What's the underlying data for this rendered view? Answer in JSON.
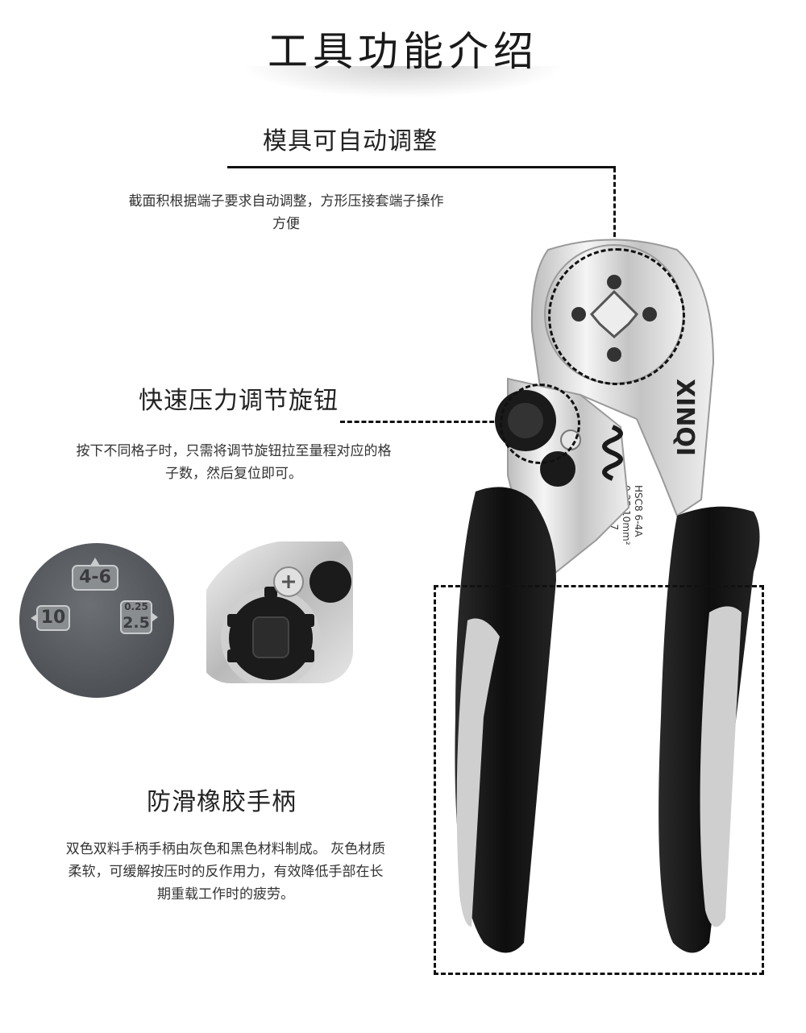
{
  "page": {
    "title": "工具功能介绍"
  },
  "features": [
    {
      "heading": "模具可自动调整",
      "desc_lines": [
        "截面积根据端子要求自动调整，方形压接套端子操作",
        "方便"
      ]
    },
    {
      "heading": "快速压力调节旋钮",
      "desc_lines": [
        "按下不同格子时，只需将调节旋钮拉至量程对应的格",
        "子数，然后复位即可。"
      ]
    },
    {
      "heading": "防滑橡胶手柄",
      "desc_lines": [
        "双色双料手柄手柄由灰色和黑色材料制成。 灰色材质",
        "柔软，可缓解按压时的反作用力，有效降低手部在长",
        "期重载工作时的疲劳。"
      ]
    }
  ],
  "dial": {
    "top": "4-6",
    "left": "10",
    "right_top": "0.25",
    "right_bottom": "2.5"
  },
  "tool": {
    "brand": "XINQI",
    "model": "HSC8 6-4A",
    "range_mm": "0.25-10mm²",
    "range_awg": "AWG23-7"
  },
  "colors": {
    "handle_black": "#141414",
    "handle_grey": "#c8c8c8",
    "steel": "#d9d9d9",
    "dial_bg": "#5b5e62"
  }
}
